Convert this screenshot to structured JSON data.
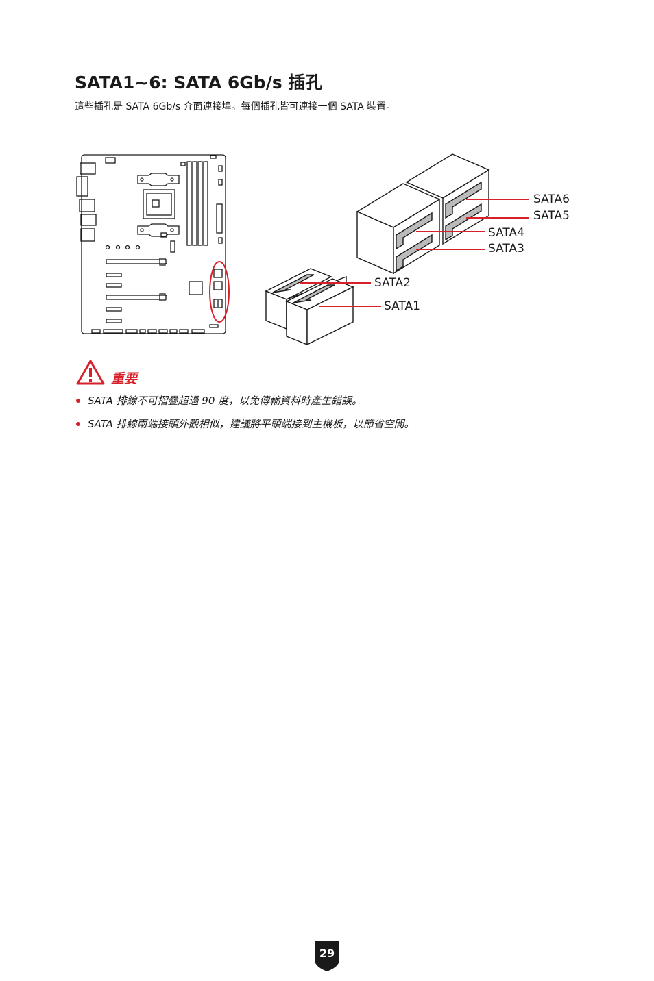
{
  "heading": {
    "title": "SATA1~6: SATA 6Gb/s 插孔",
    "description": "這些插孔是 SATA 6Gb/s 介面連接埠。每個插孔皆可連接一個 SATA 裝置。"
  },
  "figure": {
    "labels": {
      "sata6": "SATA6",
      "sata5": "SATA5",
      "sata4": "SATA4",
      "sata3": "SATA3",
      "sata2": "SATA2",
      "sata1": "SATA1"
    },
    "accent_color": "#d7202a"
  },
  "important": {
    "icon": "warning-triangle-icon",
    "title": "重要",
    "items": [
      "SATA 排線不可摺疊超過 90 度，以免傳輸資料時產生錯誤。",
      "SATA 排線兩端接頭外觀相似，建議將平頭端接到主機板，以節省空間。"
    ]
  },
  "footer": {
    "page_number": "29"
  }
}
